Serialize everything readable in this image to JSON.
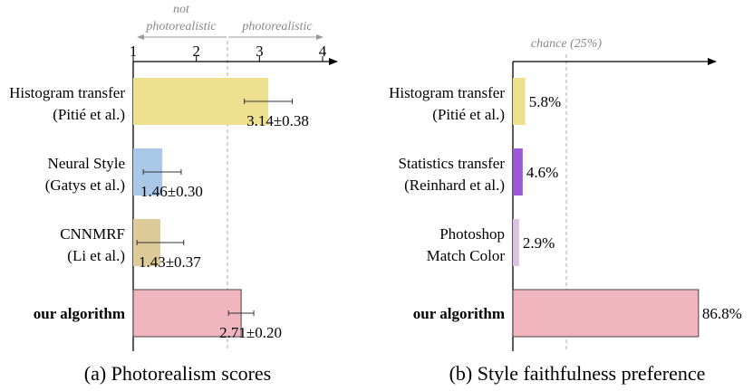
{
  "chart_data": [
    {
      "type": "bar",
      "orientation": "horizontal",
      "caption": "(a) Photorealism scores",
      "xlim": [
        1,
        4
      ],
      "xticks": [
        "1",
        "2",
        "3",
        "4"
      ],
      "threshold": 2.5,
      "zone_labels": {
        "left_line1": "not",
        "left_line2": "photorealistic",
        "right": "photorealistic"
      },
      "categories": [
        {
          "line1": "Histogram transfer",
          "line2": "(Pitié et al.)",
          "bold": false
        },
        {
          "line1": "Neural Style",
          "line2": "(Gatys et al.)",
          "bold": false
        },
        {
          "line1": "CNNMRF",
          "line2": "(Li et al.)",
          "bold": false
        },
        {
          "line1": "our algorithm",
          "line2": "",
          "bold": true
        }
      ],
      "values": [
        3.14,
        1.46,
        1.43,
        2.71
      ],
      "errors": [
        0.38,
        0.3,
        0.37,
        0.2
      ],
      "value_labels": [
        "3.14±0.38",
        "1.46±0.30",
        "1.43±0.37",
        "2.71±0.20"
      ],
      "colors": [
        "#ede08f",
        "#a9c8e8",
        "#dccb99",
        "#f0b5be"
      ]
    },
    {
      "type": "bar",
      "orientation": "horizontal",
      "caption": "(b) Style faithfulness preference",
      "xlim": [
        0,
        100
      ],
      "reference_line": 25,
      "reference_label": "chance (25%)",
      "categories": [
        {
          "line1": "Histogram transfer",
          "line2": "(Pitié et al.)",
          "bold": false
        },
        {
          "line1": "Statistics transfer",
          "line2": "(Reinhard et al.)",
          "bold": false
        },
        {
          "line1": "Photoshop",
          "line2": "Match Color",
          "bold": false
        },
        {
          "line1": "our algorithm",
          "line2": "",
          "bold": true
        }
      ],
      "values": [
        5.8,
        4.6,
        2.9,
        86.8
      ],
      "value_labels": [
        "5.8%",
        "4.6%",
        "2.9%",
        "86.8%"
      ],
      "colors": [
        "#ede08f",
        "#9b59d6",
        "#dcc2e0",
        "#f0b5be"
      ]
    }
  ]
}
